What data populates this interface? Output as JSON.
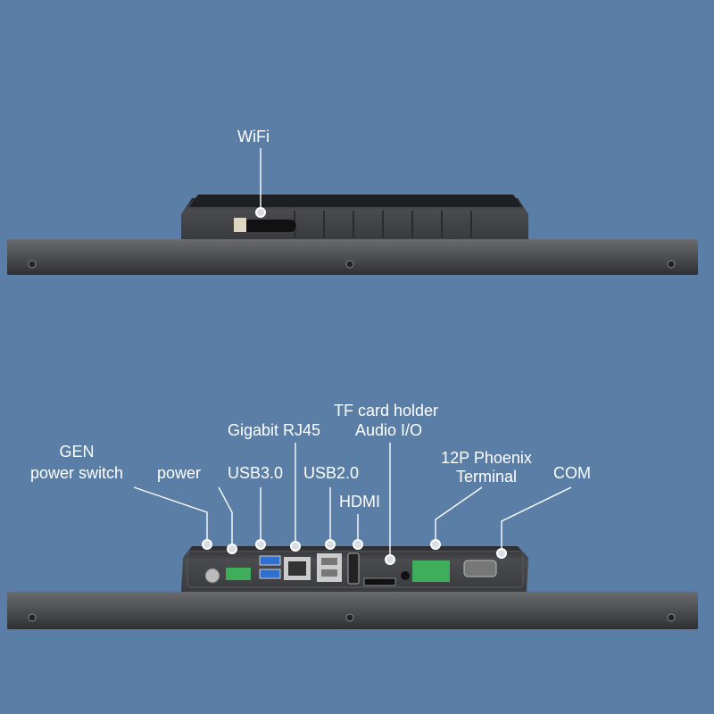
{
  "title": "Panel PC interface diagram",
  "top_view": {
    "labels": {
      "wifi": "WiFi"
    }
  },
  "bottom_view": {
    "labels": {
      "gen_line1": "GEN",
      "gen_line2": "power switch",
      "power": "power",
      "usb3": "USB3.0",
      "rj45": "Gigabit RJ45",
      "usb2": "USB2.0",
      "hdmi": "HDMI",
      "tf_card": "TF card holder",
      "audio": "Audio I/O",
      "phoenix_line1": "12P Phoenix",
      "phoenix_line2": "Terminal",
      "com": "COM"
    }
  },
  "colors": {
    "background": "#5a7ea6",
    "bezel": "#4a4b4e",
    "housing": "#3a3b3e",
    "terminal": "#3fae5a",
    "usb3": "#2f6fd0"
  }
}
